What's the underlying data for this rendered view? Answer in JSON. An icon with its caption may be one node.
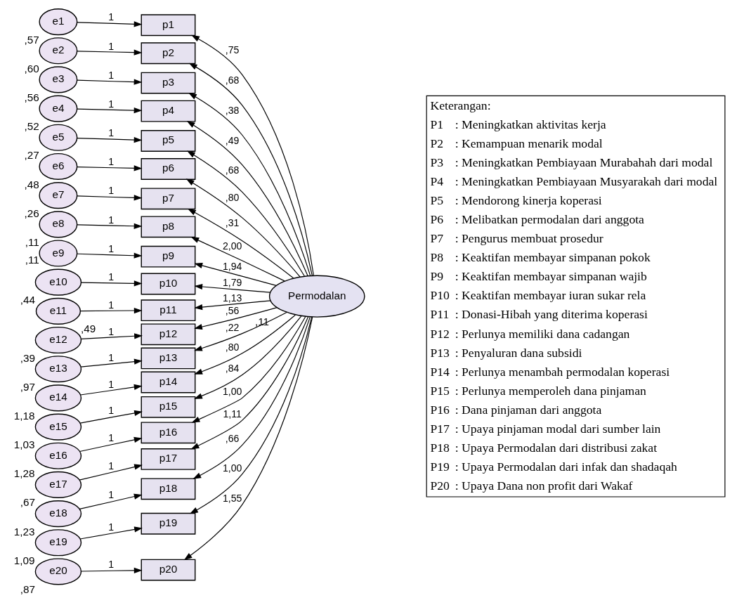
{
  "diagram": {
    "nodes": [
      {
        "text": [
          "e1"
        ],
        "beside": [
          ",57"
        ]
      },
      {
        "text": [
          "e2"
        ],
        "beside": [
          ",60"
        ]
      },
      {
        "text": [
          "e3"
        ],
        "beside": [
          ",56"
        ]
      },
      {
        "text": [
          "e4"
        ],
        "beside": [
          ",52"
        ]
      },
      {
        "text": [
          "e5"
        ],
        "beside": [
          ",27"
        ]
      },
      {
        "text": [
          "e6"
        ],
        "beside": [
          ",48"
        ]
      },
      {
        "text": [
          "e7"
        ],
        "beside": [
          ",26"
        ]
      },
      {
        "text": [
          "e8"
        ],
        "beside": [
          ",11"
        ]
      },
      {
        "text": [
          "e9"
        ],
        "beside": [
          ",11"
        ]
      },
      {
        "text": [
          "e10"
        ],
        "beside": [
          ",44"
        ]
      },
      {
        "text": [
          "e11"
        ],
        "beside": [
          ",49"
        ]
      },
      {
        "text": [
          "e12"
        ],
        "beside": [
          ",39"
        ]
      },
      {
        "text": [
          "e13"
        ],
        "beside": [
          ",97"
        ]
      },
      {
        "text": [
          "e14"
        ],
        "beside": [
          "1,18"
        ]
      },
      {
        "text": [
          "e15"
        ],
        "beside": [
          "1,03"
        ]
      },
      {
        "text": [
          "e16"
        ],
        "beside": [
          "1,28"
        ]
      },
      {
        "text": [
          "e17"
        ],
        "beside": [
          ",67"
        ]
      },
      {
        "text": [
          "e18"
        ],
        "beside": [
          "1,23"
        ]
      },
      {
        "text": [
          "e19"
        ],
        "beside": [
          "1,09"
        ]
      },
      {
        "text": [
          "e20"
        ],
        "beside": [
          ",87"
        ]
      },
      {
        "text": [
          "p1"
        ]
      },
      {
        "text": [
          "p2"
        ]
      },
      {
        "text": [
          "p3"
        ]
      },
      {
        "text": [
          "p4"
        ]
      },
      {
        "text": [
          "p5"
        ]
      },
      {
        "text": [
          "p6"
        ]
      },
      {
        "text": [
          "p7"
        ]
      },
      {
        "text": [
          "p8"
        ]
      },
      {
        "text": [
          "p9"
        ]
      },
      {
        "text": [
          "p10"
        ]
      },
      {
        "text": [
          "p11"
        ]
      },
      {
        "text": [
          "p12"
        ]
      },
      {
        "text": [
          "p13"
        ]
      },
      {
        "text": [
          "p14"
        ]
      },
      {
        "text": [
          "p15"
        ]
      },
      {
        "text": [
          "p16"
        ]
      },
      {
        "text": [
          "p17"
        ]
      },
      {
        "text": [
          "p18"
        ]
      },
      {
        "text": [
          "p19"
        ]
      },
      {
        "text": [
          "p20"
        ]
      },
      {
        "text": [
          "Permodalan"
        ],
        "beside": [
          ",11"
        ]
      }
    ],
    "edges": [
      {
        "from": 0,
        "to": 20,
        "arrow": "to",
        "label": "1"
      },
      {
        "from": 1,
        "to": 21,
        "arrow": "to",
        "label": "1"
      },
      {
        "from": 2,
        "to": 22,
        "arrow": "to",
        "label": "1"
      },
      {
        "from": 3,
        "to": 23,
        "arrow": "to",
        "label": "1"
      },
      {
        "from": 4,
        "to": 24,
        "arrow": "to",
        "label": "1"
      },
      {
        "from": 5,
        "to": 25,
        "arrow": "to",
        "label": "1"
      },
      {
        "from": 6,
        "to": 26,
        "arrow": "to",
        "label": "1"
      },
      {
        "from": 7,
        "to": 27,
        "arrow": "to",
        "label": "1"
      },
      {
        "from": 8,
        "to": 28,
        "arrow": "to",
        "label": "1"
      },
      {
        "from": 9,
        "to": 29,
        "arrow": "to",
        "label": "1"
      },
      {
        "from": 10,
        "to": 30,
        "arrow": "to",
        "label": "1"
      },
      {
        "from": 11,
        "to": 31,
        "arrow": "to",
        "label": "1"
      },
      {
        "from": 12,
        "to": 32,
        "arrow": "to",
        "label": "1"
      },
      {
        "from": 13,
        "to": 33,
        "arrow": "to",
        "label": "1"
      },
      {
        "from": 14,
        "to": 34,
        "arrow": "to",
        "label": "1"
      },
      {
        "from": 15,
        "to": 35,
        "arrow": "to",
        "label": "1"
      },
      {
        "from": 16,
        "to": 36,
        "arrow": "to",
        "label": "1"
      },
      {
        "from": 17,
        "to": 37,
        "arrow": "to",
        "label": "1"
      },
      {
        "from": 18,
        "to": 38,
        "arrow": "to",
        "label": "1"
      },
      {
        "from": 19,
        "to": 39,
        "arrow": "to",
        "label": "1"
      },
      {
        "from": 40,
        "to": 20,
        "arrow": "to",
        "label": ",75"
      },
      {
        "from": 40,
        "to": 21,
        "arrow": "to",
        "label": ",68"
      },
      {
        "from": 40,
        "to": 22,
        "arrow": "to",
        "label": ",38"
      },
      {
        "from": 40,
        "to": 23,
        "arrow": "to",
        "label": ",49"
      },
      {
        "from": 40,
        "to": 24,
        "arrow": "to",
        "label": ",68"
      },
      {
        "from": 40,
        "to": 25,
        "arrow": "to",
        "label": ",80"
      },
      {
        "from": 40,
        "to": 26,
        "arrow": "to",
        "label": ",31"
      },
      {
        "from": 40,
        "to": 27,
        "arrow": "to",
        "label": "2,00"
      },
      {
        "from": 40,
        "to": 28,
        "arrow": "to",
        "label": "1,94"
      },
      {
        "from": 40,
        "to": 29,
        "arrow": "to",
        "label": "1,79"
      },
      {
        "from": 40,
        "to": 30,
        "arrow": "to",
        "label": "1,13"
      },
      {
        "from": 40,
        "to": 31,
        "arrow": "to",
        "label": ",56"
      },
      {
        "from": 40,
        "to": 32,
        "arrow": "to",
        "label": ",22"
      },
      {
        "from": 40,
        "to": 33,
        "arrow": "to",
        "label": ",80"
      },
      {
        "from": 40,
        "to": 34,
        "arrow": "to",
        "label": ",84"
      },
      {
        "from": 40,
        "to": 35,
        "arrow": "to",
        "label": "1,00"
      },
      {
        "from": 40,
        "to": 36,
        "arrow": "to",
        "label": "1,11"
      },
      {
        "from": 40,
        "to": 37,
        "arrow": "to",
        "label": ",66"
      },
      {
        "from": 40,
        "to": 38,
        "arrow": "to",
        "label": "1,00"
      },
      {
        "from": 40,
        "to": 39,
        "arrow": "to",
        "label": "1,55"
      }
    ],
    "labels": [
      "Keterangan:",
      "P1",
      ": Meningkatkan aktivitas kerja",
      "P2",
      ": Kemampuan menarik modal",
      "P3",
      ": Meningkatkan Pembiayaan Murabahah dari modal",
      "P4",
      ": Meningkatkan Pembiayaan Musyarakah dari modal",
      "P5",
      ": Mendorong kinerja koperasi",
      "P6",
      ": Melibatkan permodalan dari anggota",
      "P7",
      ": Pengurus membuat prosedur",
      "P8",
      ": Keaktifan membayar simpanan pokok",
      "P9",
      ": Keaktifan membayar simpanan wajib",
      "P10",
      ": Keaktifan membayar iuran sukar rela",
      "P11",
      ": Donasi-Hibah yang diterima koperasi",
      "P12",
      ": Perlunya memiliki dana cadangan",
      "P13",
      ": Penyaluran dana subsidi",
      "P14",
      ": Perlunya menambah permodalan koperasi",
      "P15",
      ": Perlunya memperoleh dana pinjaman",
      "P16",
      ": Dana pinjaman dari anggota",
      "P17",
      ": Upaya pinjaman modal dari sumber lain",
      "P18",
      ": Upaya Permodalan dari distribusi zakat",
      "P19",
      ": Upaya Permodalan dari infak dan shadaqah",
      "P20",
      ": Upaya Dana non profit dari Wakaf"
    ]
  }
}
